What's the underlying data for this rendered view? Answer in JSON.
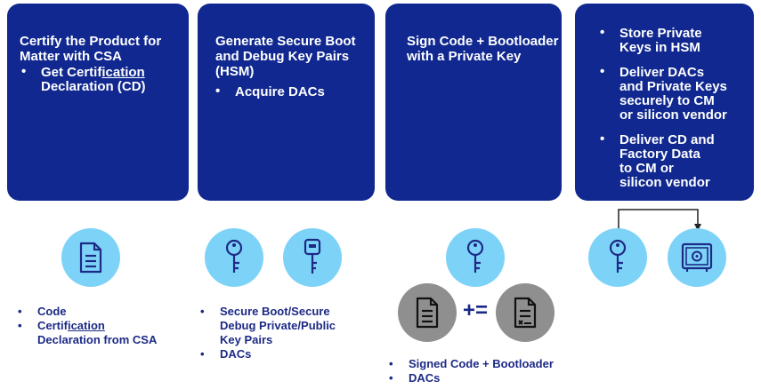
{
  "cards": [
    {
      "title_lines": [
        "Certify the Product for",
        "Matter with CSA"
      ],
      "bullets": [
        {
          "pre": "Get Certif",
          "u": "ication",
          "post": "",
          "line2": "Declaration (CD)"
        }
      ]
    },
    {
      "title_lines": [
        "Generate Secure Boot",
        "and Debug Key Pairs",
        "(HSM)"
      ],
      "bullets": [
        {
          "text": "Acquire DACs"
        }
      ]
    },
    {
      "title_lines": [
        "Sign Code + Bootloader",
        "with a Private Key"
      ]
    },
    {
      "bullets": [
        {
          "lines": [
            "Store Private",
            "Keys in HSM"
          ]
        },
        {
          "lines": [
            "Deliver DACs",
            "and Private Keys",
            "securely to CM",
            "or silicon vendor"
          ]
        },
        {
          "lines": [
            "Deliver CD and",
            "Factory Data",
            "to CM or",
            "silicon vendor"
          ]
        }
      ]
    }
  ],
  "legends": [
    {
      "items": [
        {
          "text": "Code"
        },
        {
          "pre": "Certif",
          "u": "ication",
          "post": "",
          "line2": "Declaration from CSA"
        }
      ]
    },
    {
      "items": [
        {
          "lines": [
            "Secure Boot/Secure",
            "Debug Private/Public",
            "Key Pairs"
          ]
        },
        {
          "lines": [
            "DACs"
          ]
        }
      ]
    },
    {
      "items": [
        {
          "lines": [
            "Signed Code + Bootloader"
          ]
        },
        {
          "lines": [
            "DACs"
          ]
        }
      ]
    }
  ],
  "operator": "+=",
  "bullet_glyph": "•",
  "icons": [
    "document-icon",
    "key-icon",
    "key-fob-icon",
    "key-icon",
    "document-icon",
    "signed-document-icon",
    "key-icon",
    "safe-icon"
  ],
  "colors": {
    "card": "#10288f",
    "circle": "#7dd3f7",
    "gray_circle": "#8f8f8f",
    "text": "#1c2a86"
  }
}
